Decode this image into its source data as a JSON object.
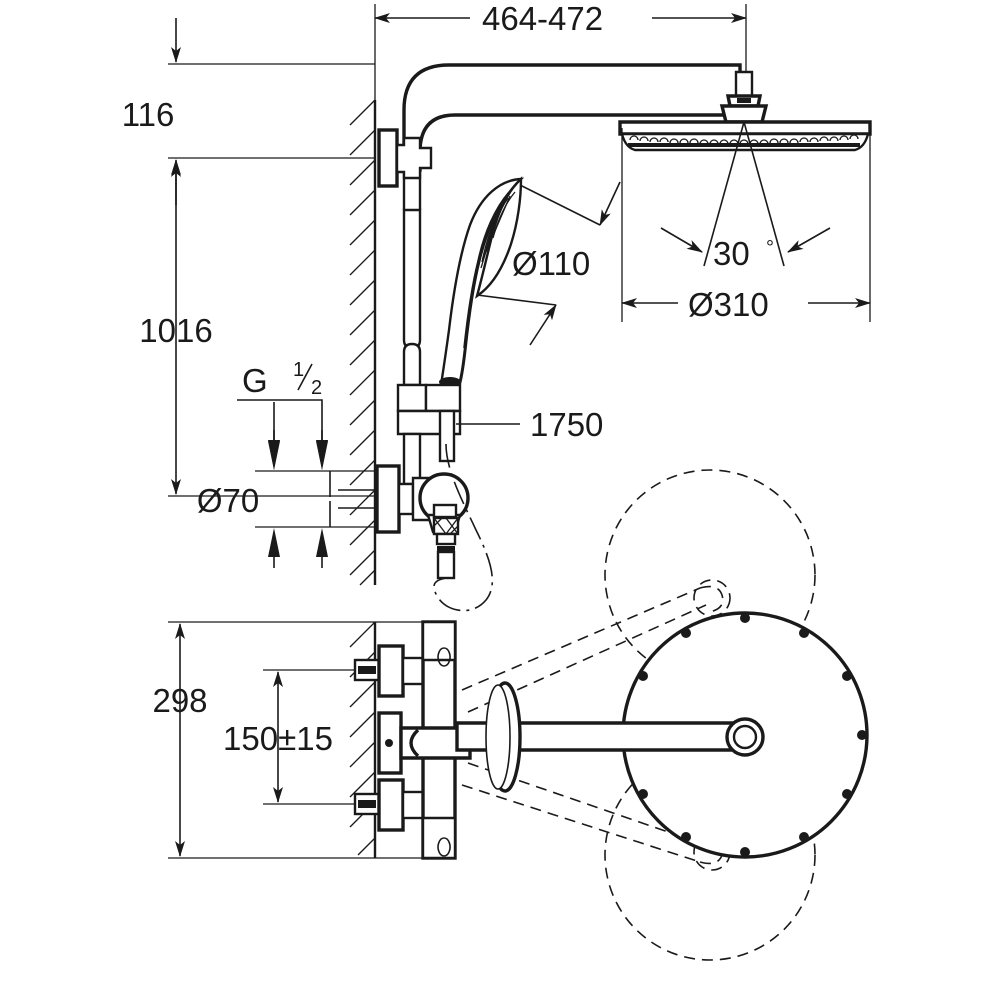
{
  "document": {
    "type": "technical-dimension-drawing",
    "subject": "Wall-mounted shower system with thermostatic mixer",
    "units": "mm",
    "background_color": "#ffffff",
    "line_color": "#1a1a1a"
  },
  "dimensions": {
    "top_span": {
      "label": "464-472",
      "name": "overhead-arm-projection",
      "orientation": "horizontal"
    },
    "left_upper": {
      "label": "116",
      "name": "wall-bracket-offset-from-top",
      "orientation": "vertical"
    },
    "left_main": {
      "label": "1016",
      "name": "riser-height",
      "orientation": "vertical"
    },
    "inlet_thread": {
      "label": "G",
      "numerator": "1",
      "denominator": "2",
      "name": "inlet-thread-size"
    },
    "escutcheon": {
      "label": "Ø70",
      "name": "escutcheon-diameter"
    },
    "hand_shower": {
      "label": "Ø110",
      "name": "hand-shower-diameter"
    },
    "hose": {
      "label": "1750",
      "name": "shower-hose-length"
    },
    "spray_angle": {
      "label": "30",
      "degree_symbol": "°",
      "name": "spray-angle"
    },
    "head_diameter": {
      "label": "Ø310",
      "name": "head-shower-diameter"
    },
    "mixer_total": {
      "label": "298",
      "name": "mixer-overall-height"
    },
    "mixer_centres": {
      "label": "150±15",
      "name": "inlet-centre-distance"
    }
  },
  "views": {
    "main_elevation": {
      "name": "side-elevation-view",
      "parts": [
        "wall",
        "wall-bracket",
        "overhead-arm",
        "head-shower",
        "riser-rail",
        "hand-shower",
        "shower-hose",
        "thermostatic-mixer",
        "diverter-handle"
      ]
    },
    "swivel_plan": {
      "name": "spout-swivel-plan-view",
      "description": "Plan view showing swivel range of the outlet arm with dashed end positions"
    }
  }
}
